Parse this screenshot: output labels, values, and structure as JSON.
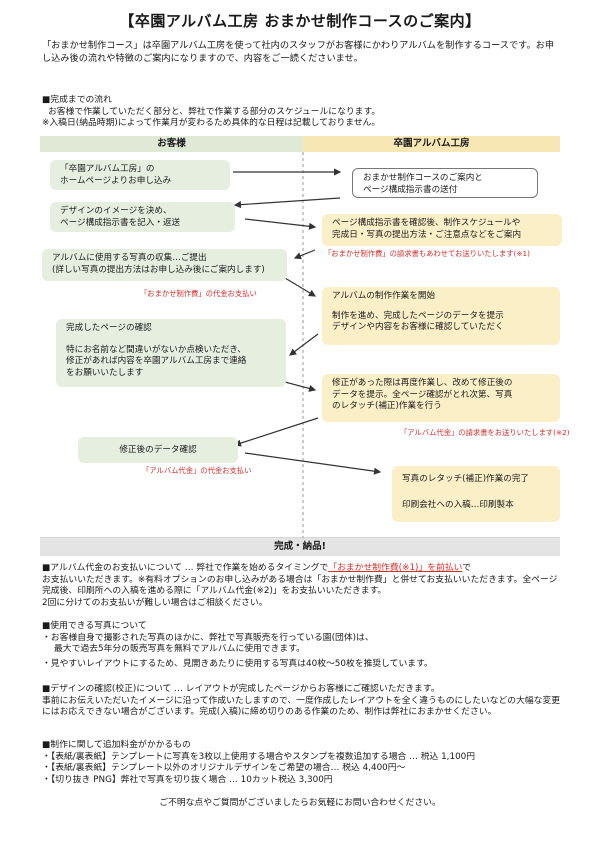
{
  "title": "【卒園アルバム工房 おまかせ制作コースのご案内】",
  "intro": "「おまかせ制作コース」は卒園アルバム工房を使って社内のスタッフがお客様にかわりアルバムを制作するコースです。お申し込み後の流れや特徴のご案内になりますので、内容をご一読くださいませ。",
  "flow_section": {
    "heading": "■完成までの流れ",
    "line1": "お客様で作業していただく部分と、弊社で作業する部分のスケジュールになります。",
    "line2": "※入稿日(納品時期)によって作業月が変わるため具体的な日程は記載しておりません。"
  },
  "columns": {
    "customer": "お客様",
    "company": "卒園アルバム工房"
  },
  "steps": {
    "c1": "「卒園アルバム工房」の\nホームページよりお申し込み",
    "s1": "おまかせ制作コースのご案内と\nページ構成指示書の送付",
    "c2": "デザインのイメージを決め、\nページ構成指示書を記入・返送",
    "s2": "ページ構成指示書を確認後、制作スケジュールや\n完成日・写真の提出方法・ご注意点などをご案内",
    "s2_note": "「おまかせ制作費」の請求書もあわせてお送りいたします(※1)",
    "c3": "アルバムに使用する写真の収集…ご提出\n(詳しい写真の提出方法はお申し込み後にご案内します)",
    "c3_note": "「おまかせ制作費」の代金お支払い",
    "s3_title": "アルバムの制作作業を開始",
    "s3_body": "制作を進め、完成したページのデータを提示\nデザインや内容をお客様に確認していただく",
    "c4_title": "完成したページの確認",
    "c4_body": "特にお名前など間違いがないか点検いただき、\n修正があれば内容を卒園アルバム工房まで連絡\nをお願いいたします",
    "s4": "修正があった際は再度作業し、改めて修正後の\nデータを提示。全ページ確認がとれ次第、写真\nのレタッチ(補正)作業を行う",
    "s4_note": "「アルバム代金」の請求書をお送りいたします(※2)",
    "c5": "修正後のデータ確認",
    "c5_note": "「アルバム代金」の代金お支払い",
    "s5a": "写真のレタッチ(補正)作業の完了",
    "s5b": "印刷会社への入稿…印刷製本"
  },
  "complete": "完成・納品!",
  "payment": {
    "p1a": "■アルバム代金のお支払いについて … 弊社で作業を始めるタイミングで",
    "p1b": "「おまかせ制作費(※1)」を前払い",
    "p1c": "で",
    "line2": "お支払いいただきます。※有料オプションのお申し込みがある場合は「おまかせ制作費」と併せてお支払いいただきます。全ページ完成後、印刷所への入稿を進める際に「アルバム代金(※2)」をお支払いいただきます。",
    "line3": "2回に分けてのお支払いが難しい場合はご相談ください。"
  },
  "photos": {
    "heading": "■使用できる写真について",
    "l1": "・お客様自身で撮影された写真のほかに、弊社で写真販売を行っている園(団体)は、",
    "l2": "最大で過去5年分の販売写真を無料でアルバムに使用できます。",
    "l3": "・見やすいレイアウトにするため、見開きあたりに使用する写真は40枚～50枚を推奨しています。"
  },
  "design": {
    "l1": "■デザインの確認(校正)について … レイアウトが完成したページからお客様にご確認いただきます。",
    "l2": "事前にお伝えいただいたイメージに沿って作成いたしますので、一度作成したレイアウトを全く違うものにしたいなどの大幅な変更にはお応えできない場合がございます。完成(入稿)に締め切りのある作業のため、制作は弊社におまかせください。"
  },
  "fees": {
    "heading": "■制作に関して追加料金がかかるもの",
    "l1": "・【表紙/裏表紙】テンプレートに写真を3枚以上使用する場合やスタンプを複数追加する場合 … 税込 1,100円",
    "l2": "・【表紙/裏表紙】テンプレート以外のオリジナルデザインをご希望の場合… 税込 4,400円～",
    "l3": "・【切り抜き PNG】弊社で写真を切り抜く場合 … 10カット税込 3,300円"
  },
  "closing": "ご不明な点やご質問がございましたらお気軽にお問い合わせください。",
  "colors": {
    "green": "#e6efdf",
    "yellow": "#fbefc8",
    "red": "#d0312d",
    "header_green": "#dfe9d6",
    "header_yellow": "#f7e7b5"
  }
}
